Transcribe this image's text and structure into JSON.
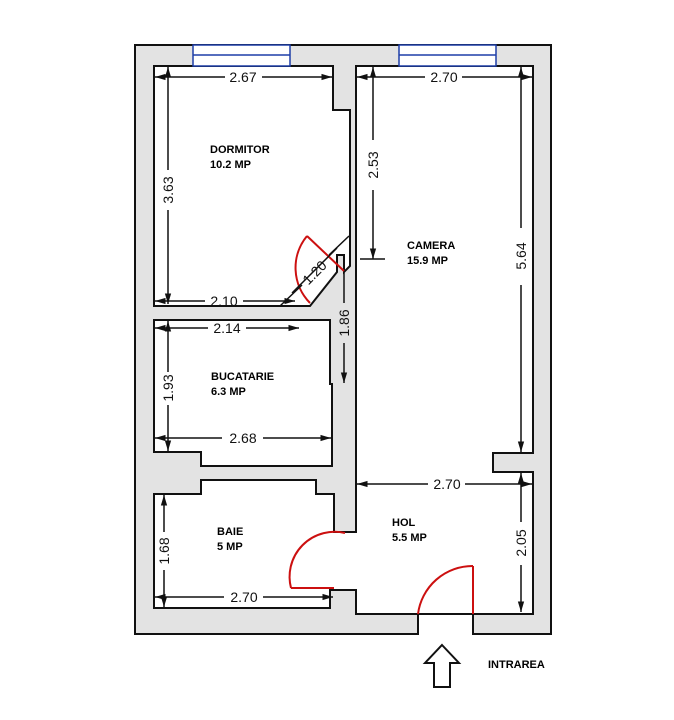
{
  "plan": {
    "colors": {
      "wall_fill": "#e3e3e3",
      "wall_stroke": "#111111",
      "door_arc": "#cc1010",
      "window": "#1f3fa8",
      "background": "#ffffff"
    },
    "rooms": [
      {
        "id": "dormitor",
        "name": "DORMITOR",
        "area": "10.2 MP"
      },
      {
        "id": "camera",
        "name": "CAMERA",
        "area": "15.9 MP"
      },
      {
        "id": "bucatarie",
        "name": "BUCATARIE",
        "area": "6.3 MP"
      },
      {
        "id": "baie",
        "name": "BAIE",
        "area": "5 MP"
      },
      {
        "id": "hol",
        "name": "HOL",
        "area": "5.5 MP"
      }
    ],
    "dimensions": {
      "dormitor_width_top": "2.67",
      "dormitor_height": "3.63",
      "dormitor_width_bottom": "2.10",
      "bedroom_door": "1.20",
      "camera_width_top": "2.70",
      "camera_niche_depth": "2.53",
      "camera_height": "5.64",
      "hall_passage": "1.86",
      "bucatarie_width_top": "2.14",
      "bucatarie_height": "1.93",
      "bucatarie_width_bottom": "2.68",
      "hol_width": "2.70",
      "hol_height": "2.05",
      "baie_height": "1.68",
      "baie_width": "2.70"
    },
    "entrance": {
      "label": "INTRAREA",
      "icon": "up-arrow-icon"
    }
  }
}
